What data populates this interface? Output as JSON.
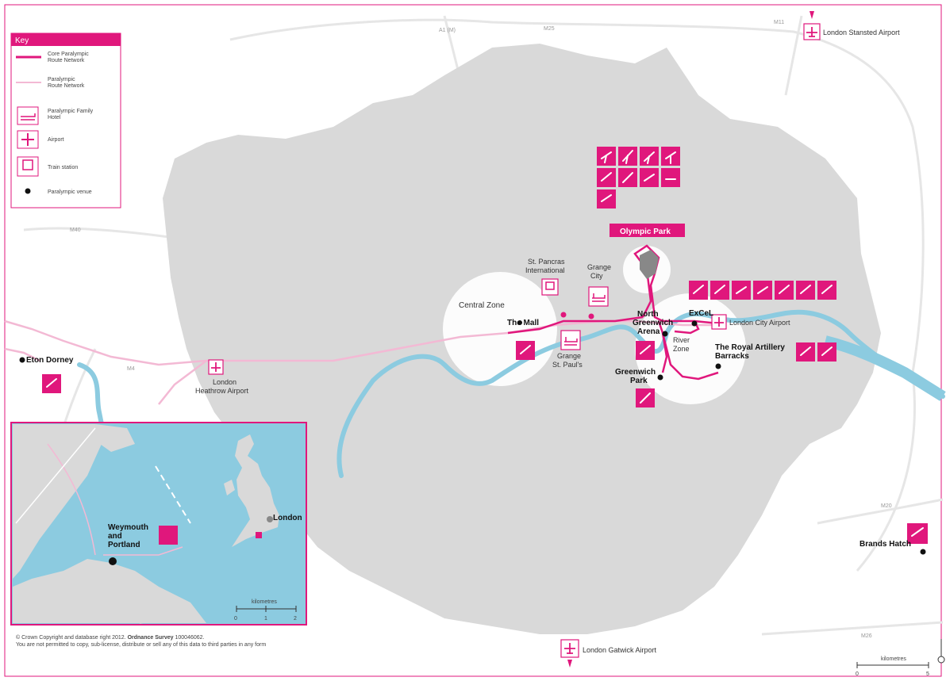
{
  "colors": {
    "accent": "#e0177c",
    "river": "#8ccbe0",
    "land": "#d9d9d9",
    "route_light": "#f3b9d4",
    "sea": "#8ccbe0"
  },
  "key": {
    "title": "Key",
    "items": [
      {
        "icon": "core-route-line",
        "label_lines": [
          "Core Paralympic",
          "Route Network"
        ]
      },
      {
        "icon": "route-line",
        "label_lines": [
          "Paralympic",
          "Route Network"
        ]
      },
      {
        "icon": "hotel-bed-icon",
        "label_lines": [
          "Paralympic Family",
          "Hotel"
        ]
      },
      {
        "icon": "airplane-icon",
        "label_lines": [
          "Airport"
        ]
      },
      {
        "icon": "train-icon",
        "label_lines": [
          "Train station"
        ]
      },
      {
        "icon": "venue-dot",
        "label_lines": [
          "Paralympic venue"
        ]
      }
    ]
  },
  "roads": {
    "a1m": "A1 (M)",
    "m25": "M25",
    "m11": "M11",
    "m40": "M40",
    "m4": "M4",
    "m20": "M20",
    "m26": "M26"
  },
  "airports": {
    "stansted": "London Stansted Airport",
    "heathrow": [
      "London",
      "Heathrow Airport"
    ],
    "city": "London City Airport",
    "gatwick": "London Gatwick Airport"
  },
  "places": {
    "central_zone": "Central Zone",
    "river_zone": [
      "River",
      "Zone"
    ],
    "olympic_park": "Olympic Park",
    "st_pancras": [
      "St. Pancras",
      "International"
    ],
    "grange_city": [
      "Grange",
      "City"
    ],
    "grange_st_pauls": [
      "Grange",
      "St. Paul's"
    ]
  },
  "venues": {
    "the_mall": "The Mall",
    "north_greenwich": [
      "North",
      "Greenwich",
      "Arena"
    ],
    "excel": "ExCeL",
    "royal_artillery": [
      "The Royal Artillery",
      "Barracks"
    ],
    "greenwich_park": [
      "Greenwich",
      "Park"
    ],
    "eton_dorney": "Eton Dorney",
    "brands_hatch": "Brands Hatch"
  },
  "inset": {
    "weymouth": [
      "Weymouth",
      "and",
      "Portland"
    ],
    "london": "London",
    "scale_title": "kilometres",
    "scale_ticks": [
      "0",
      "1",
      "2"
    ]
  },
  "scale": {
    "title": "kilometres",
    "ticks": [
      "0",
      "5"
    ]
  },
  "copyright": {
    "line1_pre": "© Crown Copyright and database right 2012. ",
    "line1_bold": "Ordnance Survey",
    "line1_post": " 100046062.",
    "line2": "You are not permitted to copy, sub-license, distribute or sell any of this data to third parties in any form"
  }
}
